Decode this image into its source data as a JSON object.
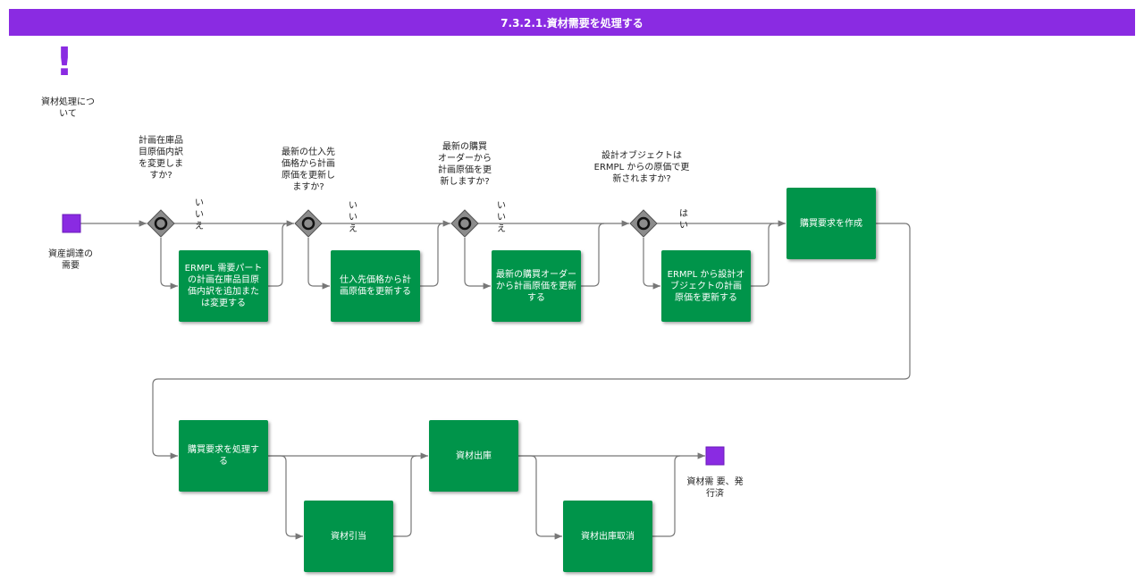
{
  "title": "7.3.2.1.資材需要を処理する",
  "note": {
    "label": "資材処理につ\nいて"
  },
  "events": {
    "start": "資産調達の\n需要",
    "end": "資材需 要、発\n行済"
  },
  "gateways": [
    {
      "question": "計画在庫品\n目原価内訳\nを変更しま\nすか?",
      "branch": "い\nい\nえ"
    },
    {
      "question": "最新の仕入先\n価格から計画\n原価を更新し\nますか?",
      "branch": "い\nい\nえ"
    },
    {
      "question": "最新の購買\nオーダーから\n計画原価を更\n新しますか?",
      "branch": "い\nい\nえ"
    },
    {
      "question": "設計オブジェクトは\nERMPL からの原価で更\n新されますか?",
      "branch": "は\nい"
    }
  ],
  "tasks": {
    "t1": "ERMPL 需要パート\nの計画在庫品目原\n価内訳を追加また\nは変更する",
    "t2": "仕入先価格から計\n画原価を更新する",
    "t3": "最新の購買オーダー\nから計画原価を更新\nする",
    "t4": "ERMPL から設計オ\nブジェクトの計画\n原価を更新する",
    "t5": "購買要求を作成",
    "t6": "購買要求を処理す\nる",
    "t7": "資材引当",
    "t8": "資材出庫",
    "t9": "資材出庫取消"
  },
  "colors": {
    "title_bg": "#8a2be2",
    "event": "#8a2be2",
    "task": "#00944a",
    "gateway": "#8c8c8c",
    "line": "#777777"
  }
}
